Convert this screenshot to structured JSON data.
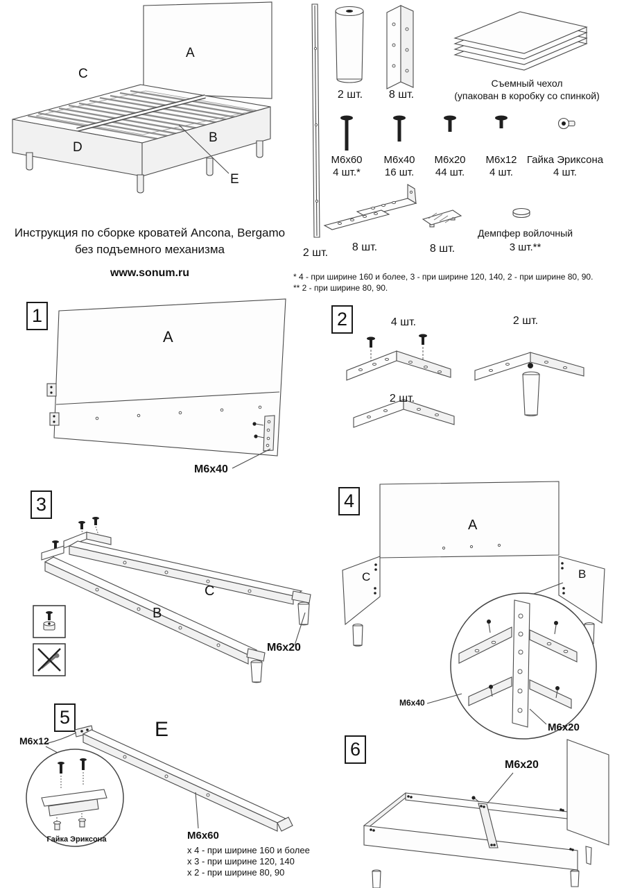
{
  "doc": {
    "title_line1": "Инструкция по сборке кроватей Ancona, Bergamo",
    "title_line2": "без подъемного механизма",
    "website": "www.sonum.ru"
  },
  "overview": {
    "label_a": "A",
    "label_b": "B",
    "label_c": "C",
    "label_d": "D",
    "label_e": "E"
  },
  "parts": {
    "slat": {
      "qty": "2 шт."
    },
    "leg": {
      "qty": "2 шт."
    },
    "corner_bracket": {
      "qty": "8 шт."
    },
    "cover": {
      "name": "Съемный чехол",
      "note": "(упакован в коробку со спинкой)"
    },
    "bolt_m6x60": {
      "name": "M6x60",
      "qty": "4 шт.*"
    },
    "bolt_m6x40": {
      "name": "M6x40",
      "qty": "16 шт."
    },
    "bolt_m6x20": {
      "name": "M6x20",
      "qty": "44 шт."
    },
    "bolt_m6x12": {
      "name": "M6x12",
      "qty": "4 шт."
    },
    "erikson_nut": {
      "name": "Гайка Эриксона",
      "qty": "4 шт."
    },
    "brace": {
      "qty": "8 шт."
    },
    "pad": {
      "qty": "8 шт."
    },
    "damper": {
      "name": "Демпфер войлочный",
      "qty": "3 шт.**"
    },
    "footnote1": "* 4 - при ширине 160 и более, 3 - при ширине 120, 140, 2 - при ширине 80, 90.",
    "footnote2": "** 2 - при ширине 80, 90."
  },
  "steps": {
    "s1": {
      "num": "1",
      "label_a": "A",
      "bolt": "M6x40"
    },
    "s2": {
      "num": "2",
      "qty_top": "4 шт.",
      "qty_right": "2 шт.",
      "qty_bottom": "2 шт."
    },
    "s3": {
      "num": "3",
      "label_b": "B",
      "label_c": "C",
      "bolt": "M6x20"
    },
    "s4": {
      "num": "4",
      "label_a": "A",
      "label_b": "B",
      "label_c": "C",
      "bolt_m6x40": "M6x40",
      "bolt_m6x20": "M6x20"
    },
    "s5": {
      "num": "5",
      "label_e": "E",
      "bolt_m6x12": "M6x12",
      "nut": "Гайка Эриксона",
      "bolt_m6x60": "M6x60",
      "note1": "x 4 - при ширине 160 и более",
      "note2": "x 3 - при ширине 120, 140",
      "note3": "x 2 - при ширине 80, 90"
    },
    "s6": {
      "num": "6",
      "bolt": "M6x20"
    }
  }
}
